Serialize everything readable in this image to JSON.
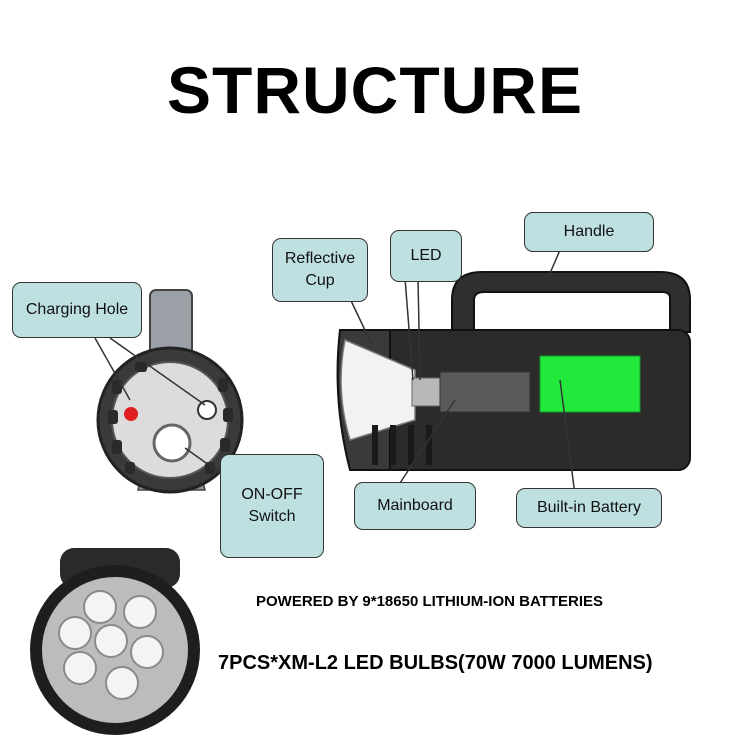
{
  "title": "STRUCTURE",
  "labels": {
    "charging_hole": "Charging Hole",
    "reflective_cup_line1": "Reflective",
    "reflective_cup_line2": "Cup",
    "led": "LED",
    "handle": "Handle",
    "on_off_line1": "ON-OFF",
    "on_off_line2": "Switch",
    "mainboard": "Mainboard",
    "built_in_battery": "Built-in Battery"
  },
  "captions": {
    "batteries": "POWERED BY 9*18650 LITHIUM-ION BATTERIES",
    "bulbs": "7PCS*XM-L2 LED BULBS(70W 7000 LUMENS)"
  },
  "colors": {
    "callout_fill": "#bfe0e1",
    "battery_green": "#22e83c",
    "charging_red": "#e02020"
  }
}
